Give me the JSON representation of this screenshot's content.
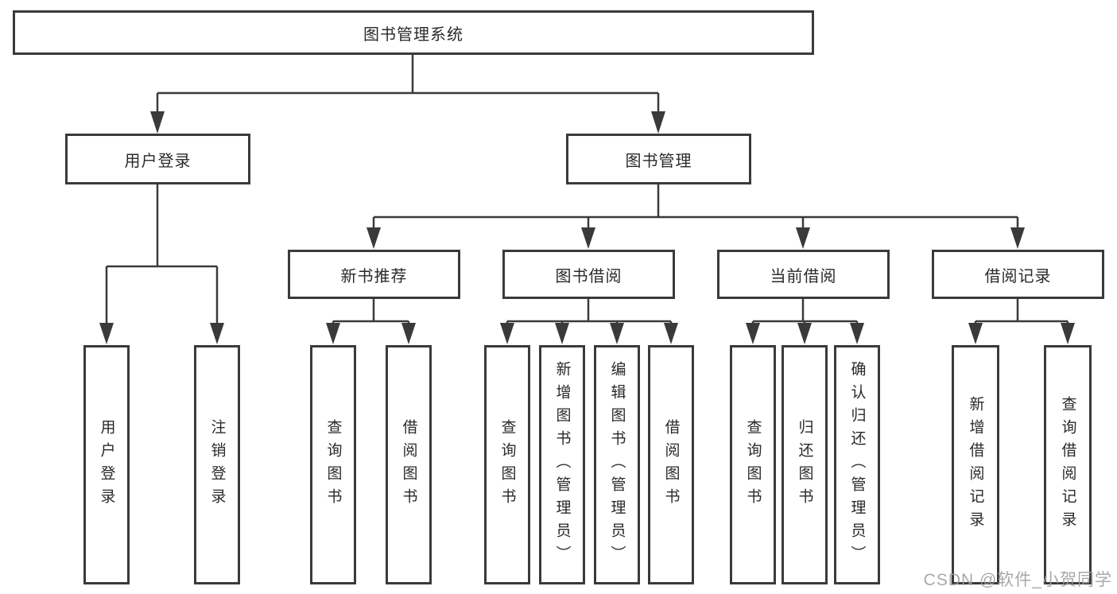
{
  "page": {
    "watermark": "CSDN @软件_小贺同学"
  },
  "chart": {
    "type": "org-tree",
    "root": "图书管理系统",
    "branches": [
      {
        "label": "用户登录",
        "children": [
          "用户登录",
          "注销登录"
        ]
      },
      {
        "label": "图书管理",
        "groups": [
          {
            "label": "新书推荐",
            "children": [
              "查询图书",
              "借阅图书"
            ]
          },
          {
            "label": "图书借阅",
            "children": [
              "查询图书",
              "新增图书（管理员）",
              "编辑图书（管理员）",
              "借阅图书"
            ]
          },
          {
            "label": "当前借阅",
            "children": [
              "查询图书",
              "归还图书",
              "确认归还（管理员）"
            ]
          },
          {
            "label": "借阅记录",
            "children": [
              "新增借阅记录",
              "查询借阅记录"
            ]
          }
        ]
      }
    ],
    "colors": {
      "line": "#3a3a3c",
      "box_border": "#3a3a3c",
      "box_fill": "#ffffff",
      "text": "#2a2a2c",
      "watermark": "#b3b3b3"
    }
  }
}
